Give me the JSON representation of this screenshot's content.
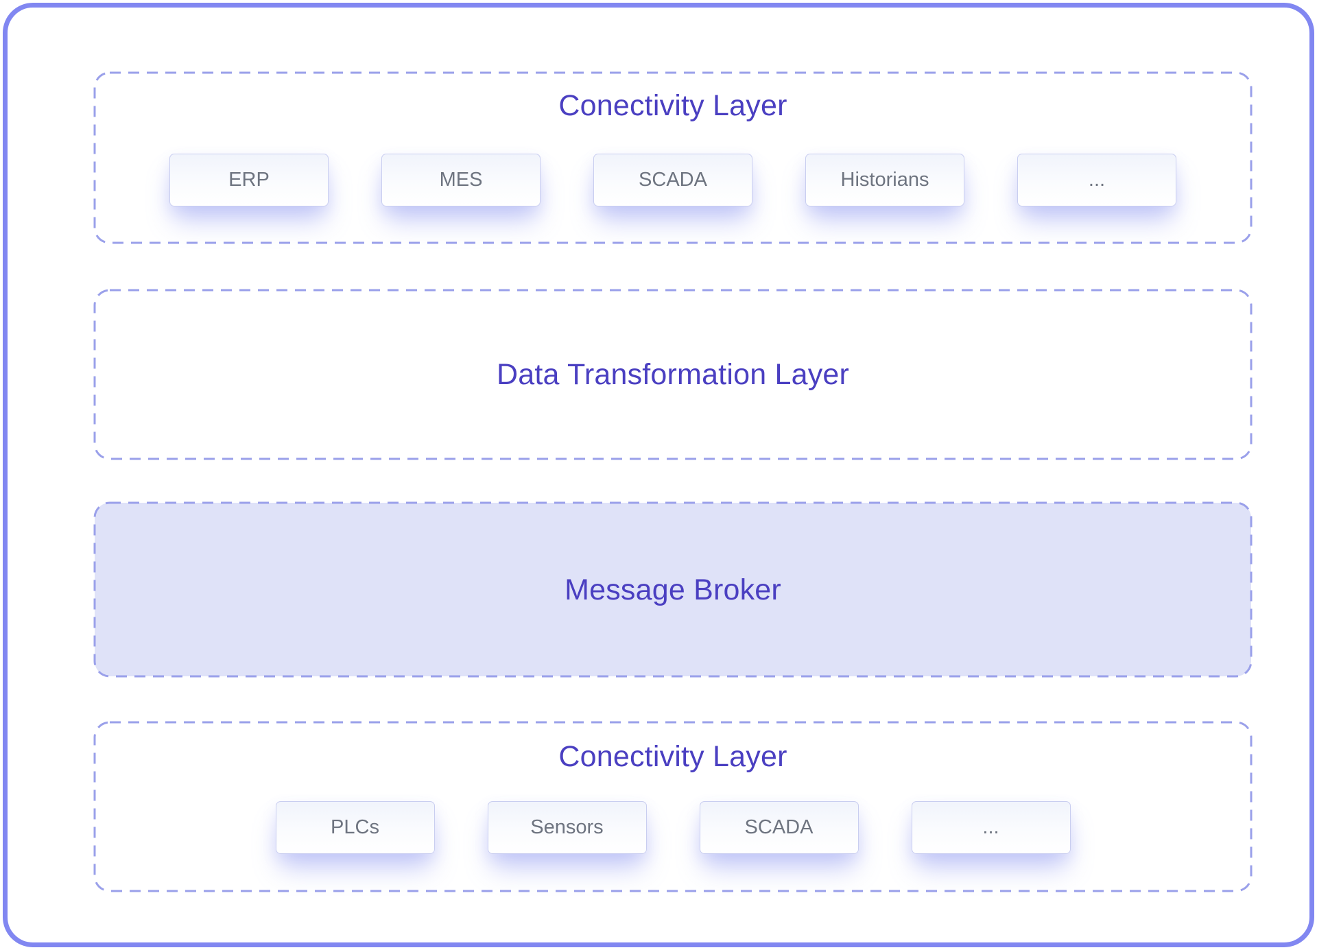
{
  "diagram": {
    "colors": {
      "title_accent": "#4a3fc1",
      "outer_border": "#8187f1",
      "dashed_border": "#9aa0ea",
      "message_broker_fill": "#dfe2f8",
      "item_text": "#6e7480",
      "item_border": "#c9cef0"
    },
    "layers": {
      "connectivity_top": {
        "title": "Conectivity Layer",
        "items": [
          "ERP",
          "MES",
          "SCADA",
          "Historians",
          "..."
        ]
      },
      "data_transformation": {
        "title": "Data Transformation Layer"
      },
      "message_broker": {
        "title": "Message Broker"
      },
      "connectivity_bottom": {
        "title": "Conectivity Layer",
        "items": [
          "PLCs",
          "Sensors",
          "SCADA",
          "..."
        ]
      }
    }
  }
}
